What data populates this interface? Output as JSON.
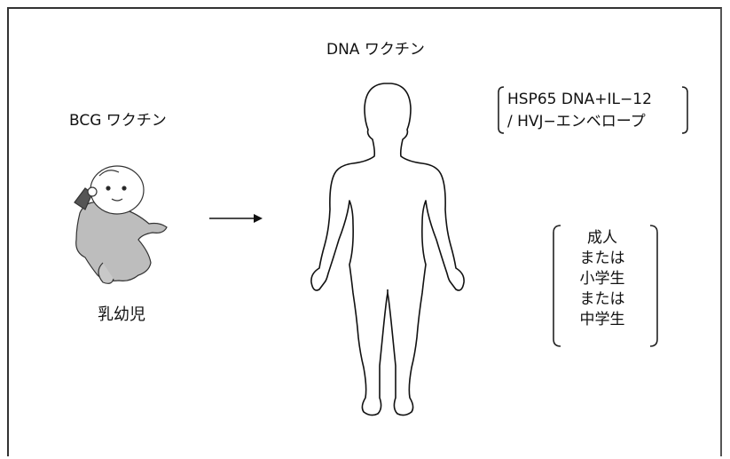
{
  "bcg_label": "BCG ワクチン",
  "dna_label": "DNA ワクチン",
  "infant_label": "乳幼児",
  "dna_vaccine_detail": {
    "line1": "HSP65 DNA+IL−12",
    "line2": "/ HVJ−エンベロープ"
  },
  "target_groups": [
    "成人",
    "または",
    "小学生",
    "または",
    "中学生"
  ]
}
